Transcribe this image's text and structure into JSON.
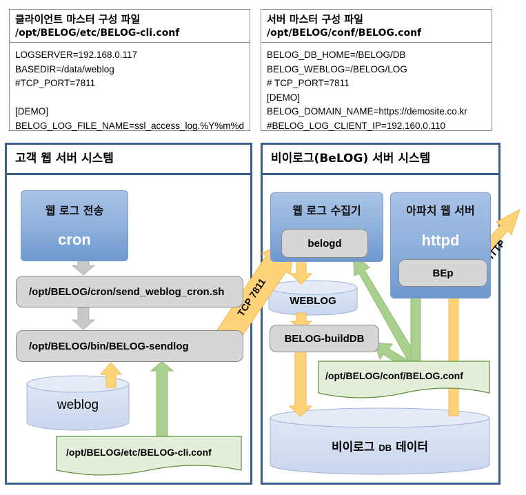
{
  "client_config": {
    "title": "클라이언트 마스터 구성 파일",
    "path": "/opt/BELOG/etc/BELOG-cli.conf",
    "lines": [
      "LOGSERVER=192.168.0.117",
      "BASEDIR=/data/weblog",
      "#TCP_PORT=7811",
      "",
      "[DEMO]",
      "BELOG_LOG_FILE_NAME=ssl_access_log.%Y%m%d"
    ]
  },
  "server_config": {
    "title": "서버 마스터 구성 파일",
    "path": "/opt/BELOG/conf/BELOG.conf",
    "lines": [
      "BELOG_DB_HOME=/BELOG/DB",
      "BELOG_WEBLOG=/BELOG/LOG",
      "# TCP_PORT=7811",
      "[DEMO]",
      "BELOG_DOMAIN_NAME=https://demosite.co.kr",
      "#BELOG_LOG_CLIENT_IP=192.160.0.110"
    ]
  },
  "client_system": {
    "title": "고객 웹 서버 시스템",
    "sender": {
      "label": "웹 로그 전송",
      "program": "cron"
    },
    "cron_script": "/opt/BELOG/cron/send_weblog_cron.sh",
    "sendlog": "/opt/BELOG/bin/BELOG-sendlog",
    "weblog_store": "weblog",
    "config_doc": "/opt/BELOG/etc/BELOG-cli.conf"
  },
  "server_system": {
    "title": "비이로그(BeLOG) 서버 시스템",
    "collector": {
      "label": "웹 로그 수집기",
      "daemon": "belogd"
    },
    "apache": {
      "label": "아파치 웹 서버",
      "program": "httpd",
      "module": "BEp"
    },
    "weblog_store": "WEBLOG",
    "build_db": "BELOG-buildDB",
    "config_doc": "/opt/BELOG/conf/BELOG.conf",
    "db_main": "비이로그 ",
    "db_abbr": "DB",
    "db_tail": " 데이터"
  },
  "arrows": {
    "tcp": "TCP 7811",
    "http": "HTTP"
  },
  "colors": {
    "system_border": "#3a5f8e",
    "yellow_arrow": "#ffd37a",
    "green_arrow": "#a9d08e",
    "gray_arrow": "#c8c8c8",
    "box_fill": "#d6d6d6",
    "cylinder_fill": "#d4def0",
    "note_fill": "#e3efd9"
  }
}
